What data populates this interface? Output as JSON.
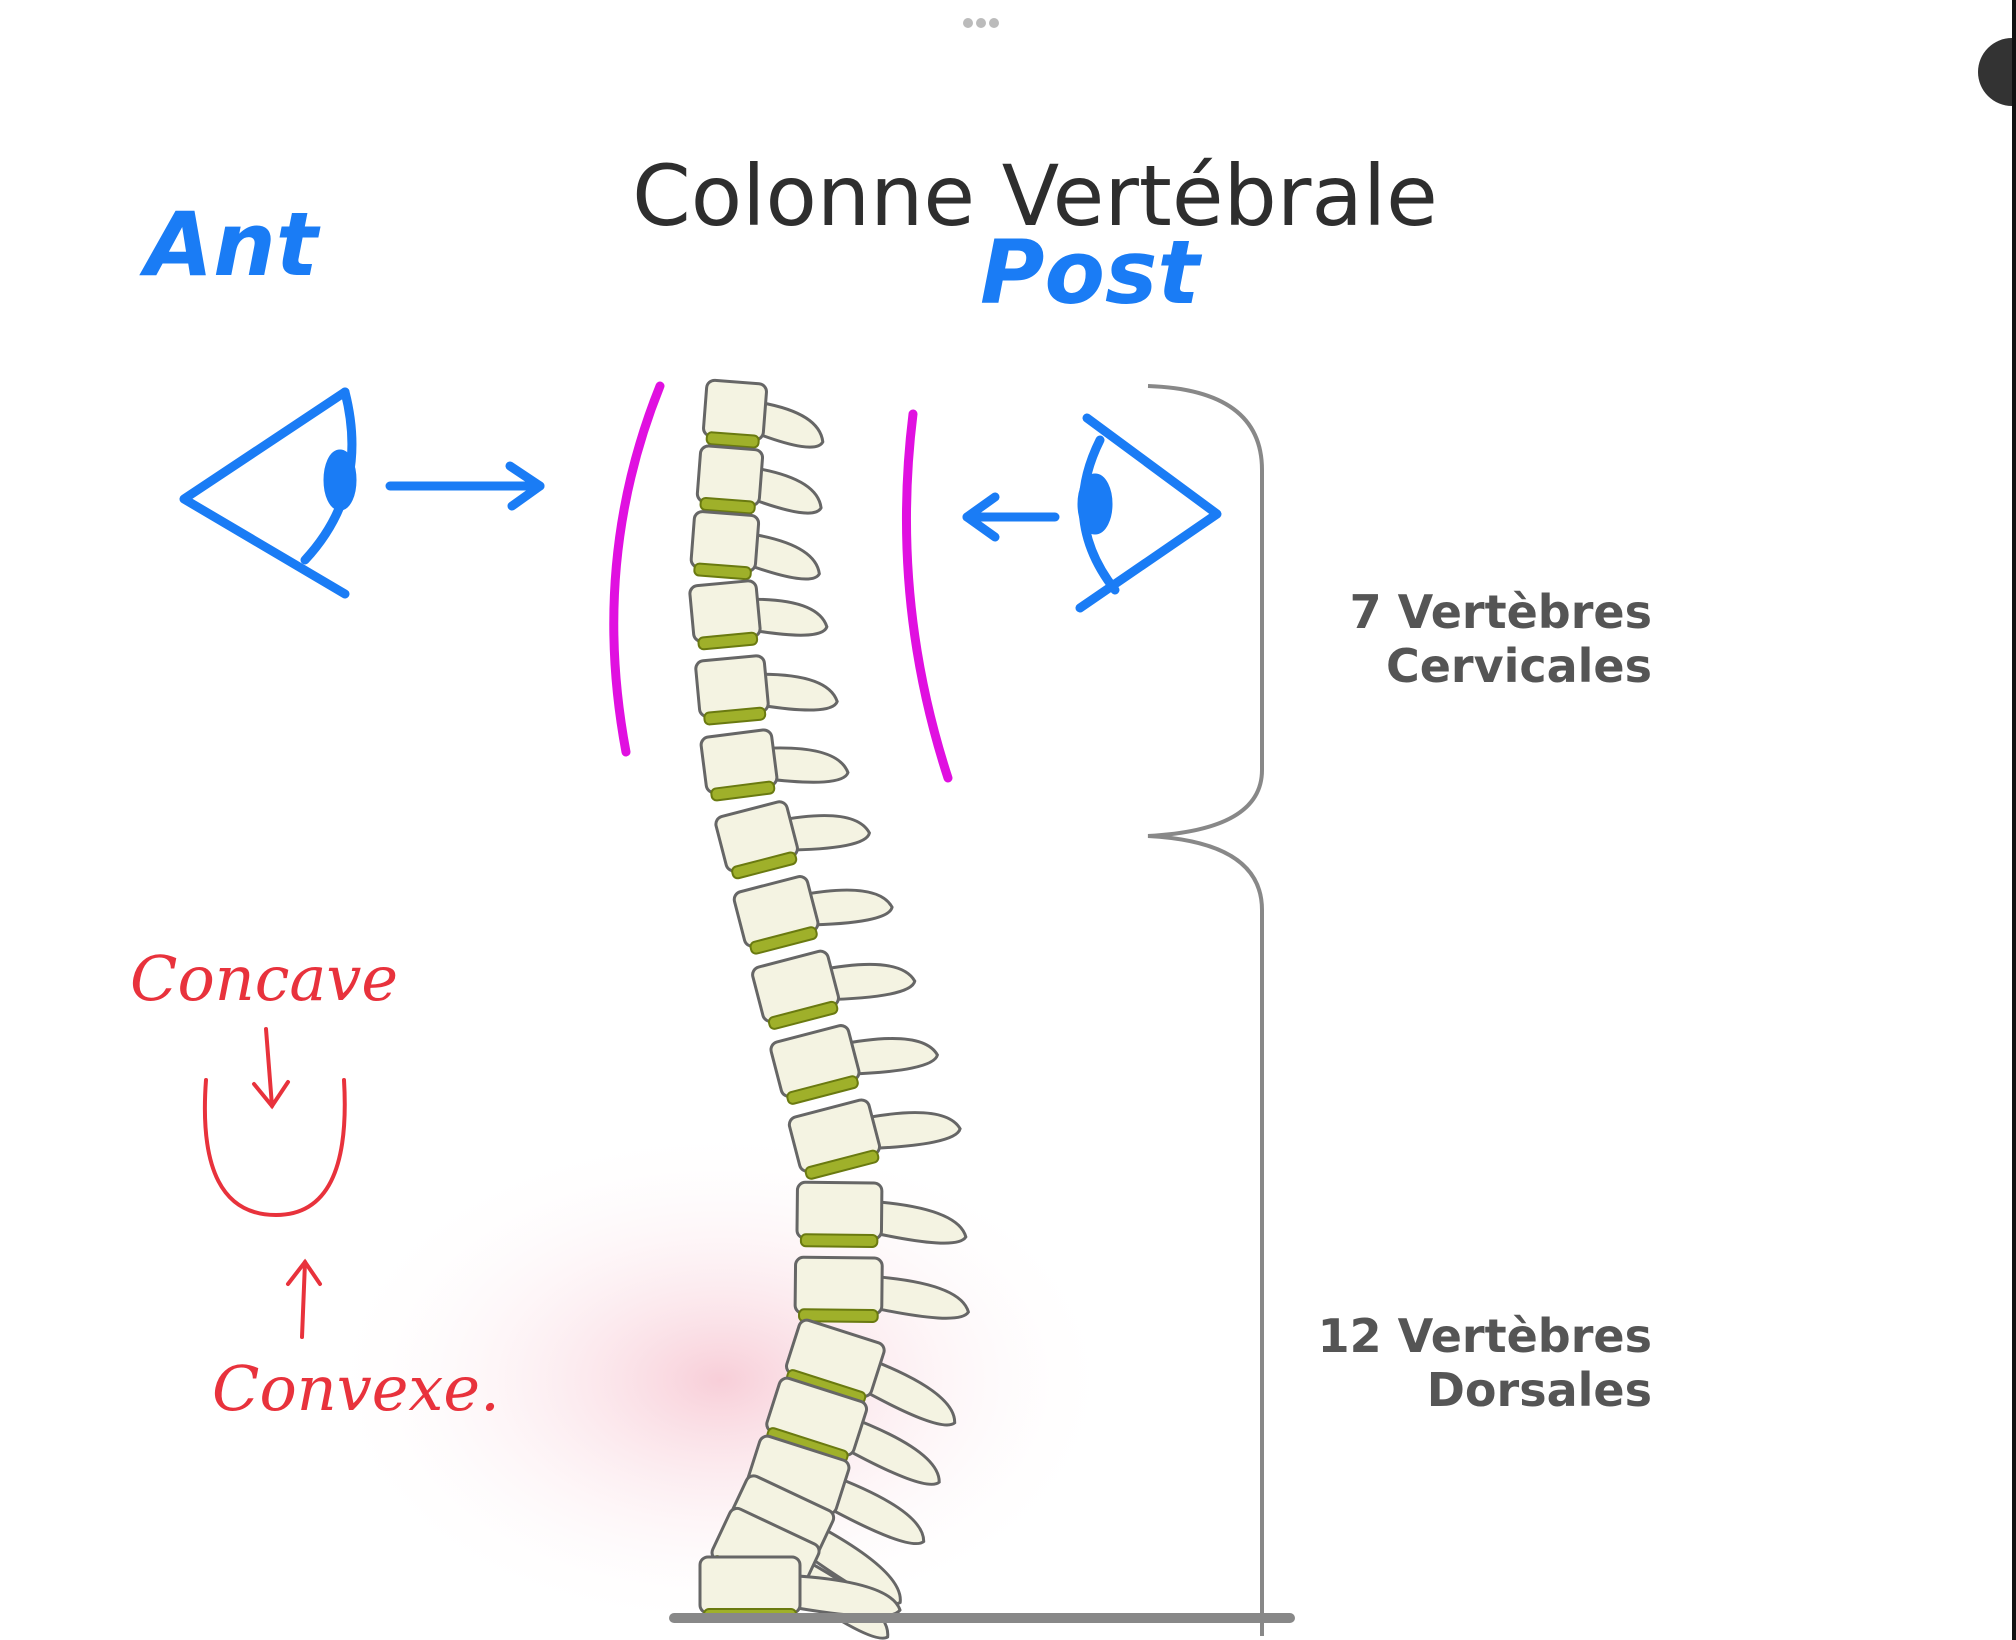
{
  "diagram": {
    "title": "Colonne Vertébrale",
    "regions": [
      {
        "count_label": "7 Vertèbres",
        "name": "Cervicales"
      },
      {
        "count_label": "12 Vertèbres",
        "name": "Dorsales"
      }
    ]
  },
  "annotations": {
    "anterior": "Ant",
    "posterior": "Post",
    "concave": "Concave",
    "convex": "Convexe."
  },
  "colors": {
    "ink_blue": "#1a7cf5",
    "ink_magenta": "#e010e0",
    "ink_red": "#e8323c",
    "disc": "#9fb02a",
    "bone": "#f4f3e2"
  }
}
